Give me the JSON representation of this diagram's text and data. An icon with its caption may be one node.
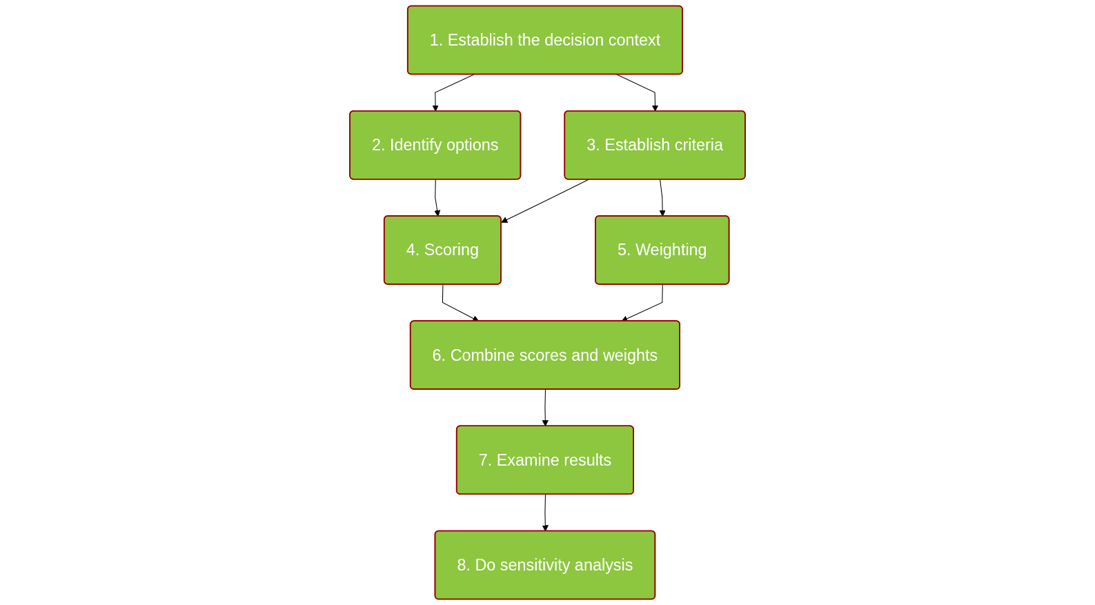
{
  "diagram": {
    "nodes": [
      {
        "text": [
          "1. Establish the decision context"
        ]
      },
      {
        "text": [
          "2. Identify options"
        ]
      },
      {
        "text": [
          "3. Establish criteria"
        ]
      },
      {
        "text": [
          "4. Scoring"
        ]
      },
      {
        "text": [
          "5. Weighting"
        ]
      },
      {
        "text": [
          "6. Combine scores and weights"
        ]
      },
      {
        "text": [
          "7. Examine results"
        ]
      },
      {
        "text": [
          "8. Do sensitivity analysis"
        ]
      }
    ],
    "edges": [
      {
        "from": 0,
        "to": 1,
        "arrow": "to"
      },
      {
        "from": 0,
        "to": 2,
        "arrow": "to"
      },
      {
        "from": 1,
        "to": 3,
        "arrow": "to"
      },
      {
        "from": 2,
        "to": 3,
        "arrow": "to"
      },
      {
        "from": 2,
        "to": 4,
        "arrow": "to"
      },
      {
        "from": 3,
        "to": 5,
        "arrow": "to"
      },
      {
        "from": 4,
        "to": 5,
        "arrow": "to"
      },
      {
        "from": 5,
        "to": 6,
        "arrow": "to"
      },
      {
        "from": 6,
        "to": 7,
        "arrow": "to"
      }
    ]
  }
}
